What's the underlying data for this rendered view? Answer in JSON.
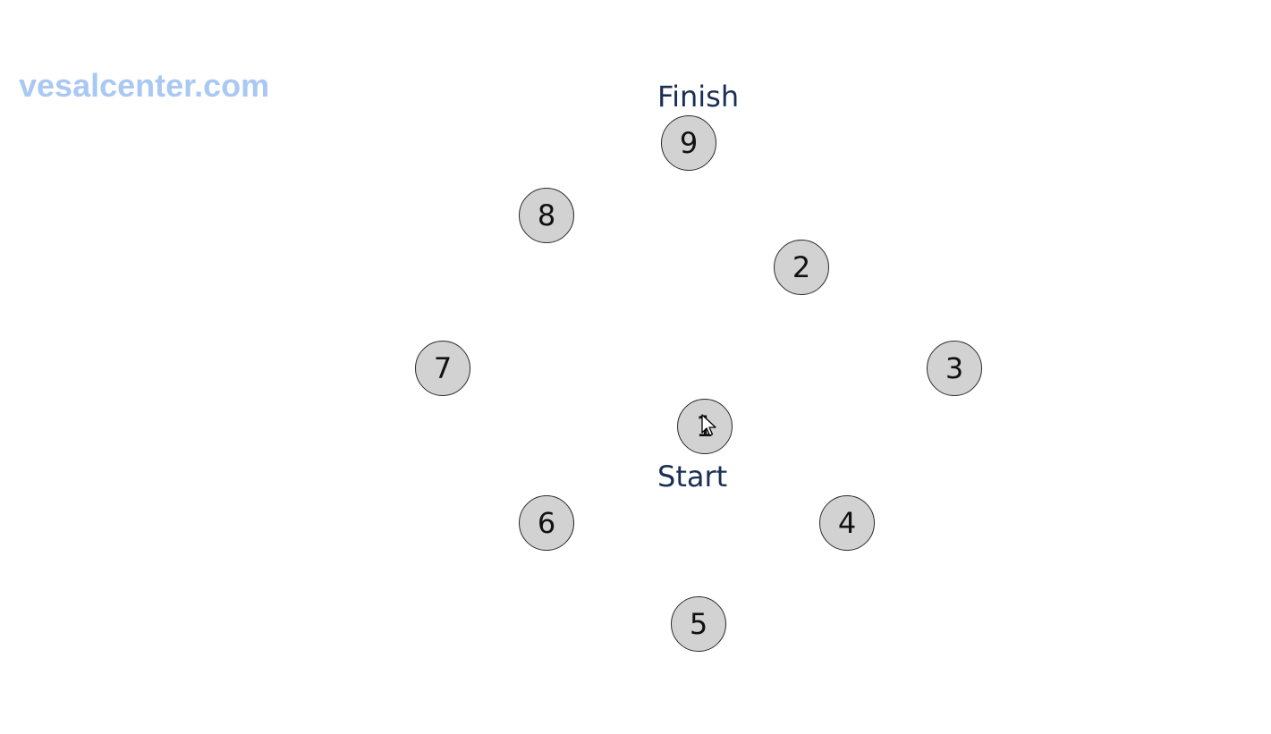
{
  "watermark": "vesalcenter.com",
  "labels": {
    "finish": "Finish",
    "start": "Start"
  },
  "nodes": [
    "1",
    "2",
    "3",
    "4",
    "5",
    "6",
    "7",
    "8",
    "9"
  ],
  "colors": {
    "watermark": "#aac8f4",
    "label": "#1b2f55",
    "node_fill": "#d2d2d2",
    "node_border": "#2a2a2a"
  },
  "icons": {
    "cursor": "mouse-pointer-icon"
  }
}
